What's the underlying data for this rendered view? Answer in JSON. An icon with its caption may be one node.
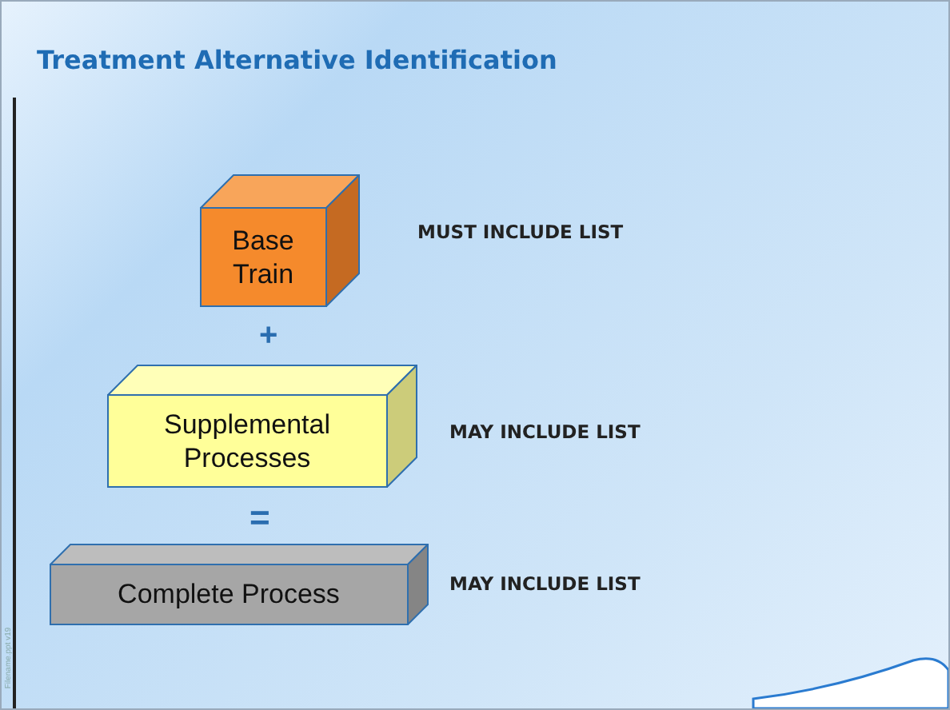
{
  "diagram": {
    "title": "Treatment Alternative Identification",
    "nodes": [
      {
        "text": [
          "Base Train"
        ],
        "beside": [
          "MUST INCLUDE LIST"
        ]
      },
      {
        "text": [
          "Supplemental Processes"
        ],
        "beside": [
          "MAY INCLUDE LIST"
        ]
      },
      {
        "text": [
          "Complete Process"
        ],
        "beside": [
          "MAY INCLUDE LIST"
        ]
      }
    ],
    "edges": [],
    "labels": [
      "+",
      "=",
      "Filename.ppt v19"
    ]
  }
}
